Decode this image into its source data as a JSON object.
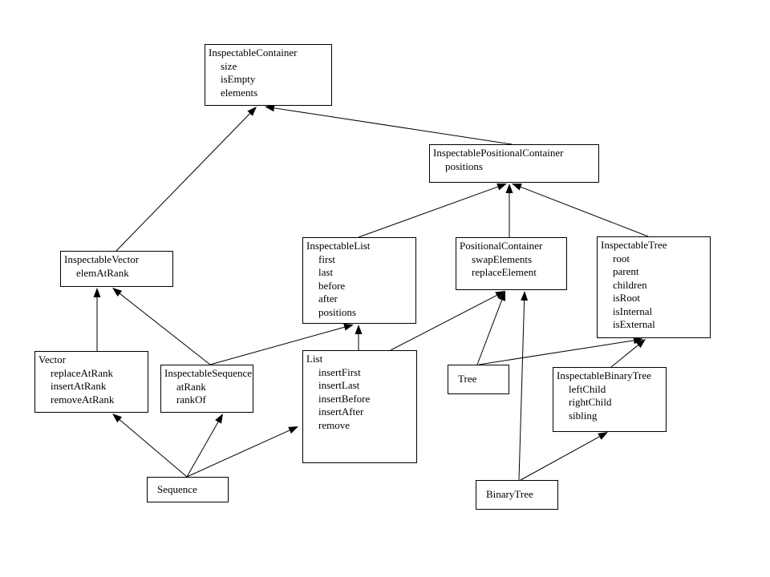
{
  "nodes": {
    "inspectable_container": {
      "title": "InspectableContainer",
      "members": [
        "size",
        "isEmpty",
        "elements"
      ]
    },
    "inspectable_positional_container": {
      "title": "InspectablePositionalContainer",
      "members": [
        "positions"
      ]
    },
    "inspectable_vector": {
      "title": "InspectableVector",
      "members": [
        "elemAtRank"
      ]
    },
    "inspectable_list": {
      "title": "InspectableList",
      "members": [
        "first",
        "last",
        "before",
        "after",
        "positions"
      ]
    },
    "positional_container": {
      "title": "PositionalContainer",
      "members": [
        "swapElements",
        "replaceElement"
      ]
    },
    "inspectable_tree": {
      "title": "InspectableTree",
      "members": [
        "root",
        "parent",
        "children",
        "isRoot",
        "isInternal",
        "isExternal"
      ]
    },
    "vector": {
      "title": "Vector",
      "members": [
        "replaceAtRank",
        "insertAtRank",
        "removeAtRank"
      ]
    },
    "inspectable_sequence": {
      "title": "InspectableSequence",
      "members": [
        "atRank",
        "rankOf"
      ]
    },
    "list": {
      "title": "List",
      "members": [
        "insertFirst",
        "insertLast",
        "insertBefore",
        "insertAfter",
        "remove"
      ]
    },
    "tree": {
      "title": "Tree",
      "members": []
    },
    "inspectable_binary_tree": {
      "title": "InspectableBinaryTree",
      "members": [
        "leftChild",
        "rightChild",
        "sibling"
      ]
    },
    "sequence": {
      "title": "Sequence",
      "members": []
    },
    "binary_tree": {
      "title": "BinaryTree",
      "members": []
    }
  },
  "edges": [
    {
      "from": "inspectable_positional_container",
      "to": "inspectable_container"
    },
    {
      "from": "inspectable_vector",
      "to": "inspectable_container"
    },
    {
      "from": "inspectable_list",
      "to": "inspectable_positional_container"
    },
    {
      "from": "positional_container",
      "to": "inspectable_positional_container"
    },
    {
      "from": "inspectable_tree",
      "to": "inspectable_positional_container"
    },
    {
      "from": "vector",
      "to": "inspectable_vector"
    },
    {
      "from": "inspectable_sequence",
      "to": "inspectable_vector"
    },
    {
      "from": "inspectable_sequence",
      "to": "inspectable_list"
    },
    {
      "from": "list",
      "to": "inspectable_list"
    },
    {
      "from": "list",
      "to": "positional_container"
    },
    {
      "from": "tree",
      "to": "positional_container"
    },
    {
      "from": "tree",
      "to": "inspectable_tree"
    },
    {
      "from": "inspectable_binary_tree",
      "to": "inspectable_tree"
    },
    {
      "from": "binary_tree",
      "to": "positional_container"
    },
    {
      "from": "binary_tree",
      "to": "inspectable_binary_tree"
    },
    {
      "from": "sequence",
      "to": "vector"
    },
    {
      "from": "sequence",
      "to": "inspectable_sequence"
    },
    {
      "from": "sequence",
      "to": "list"
    }
  ]
}
